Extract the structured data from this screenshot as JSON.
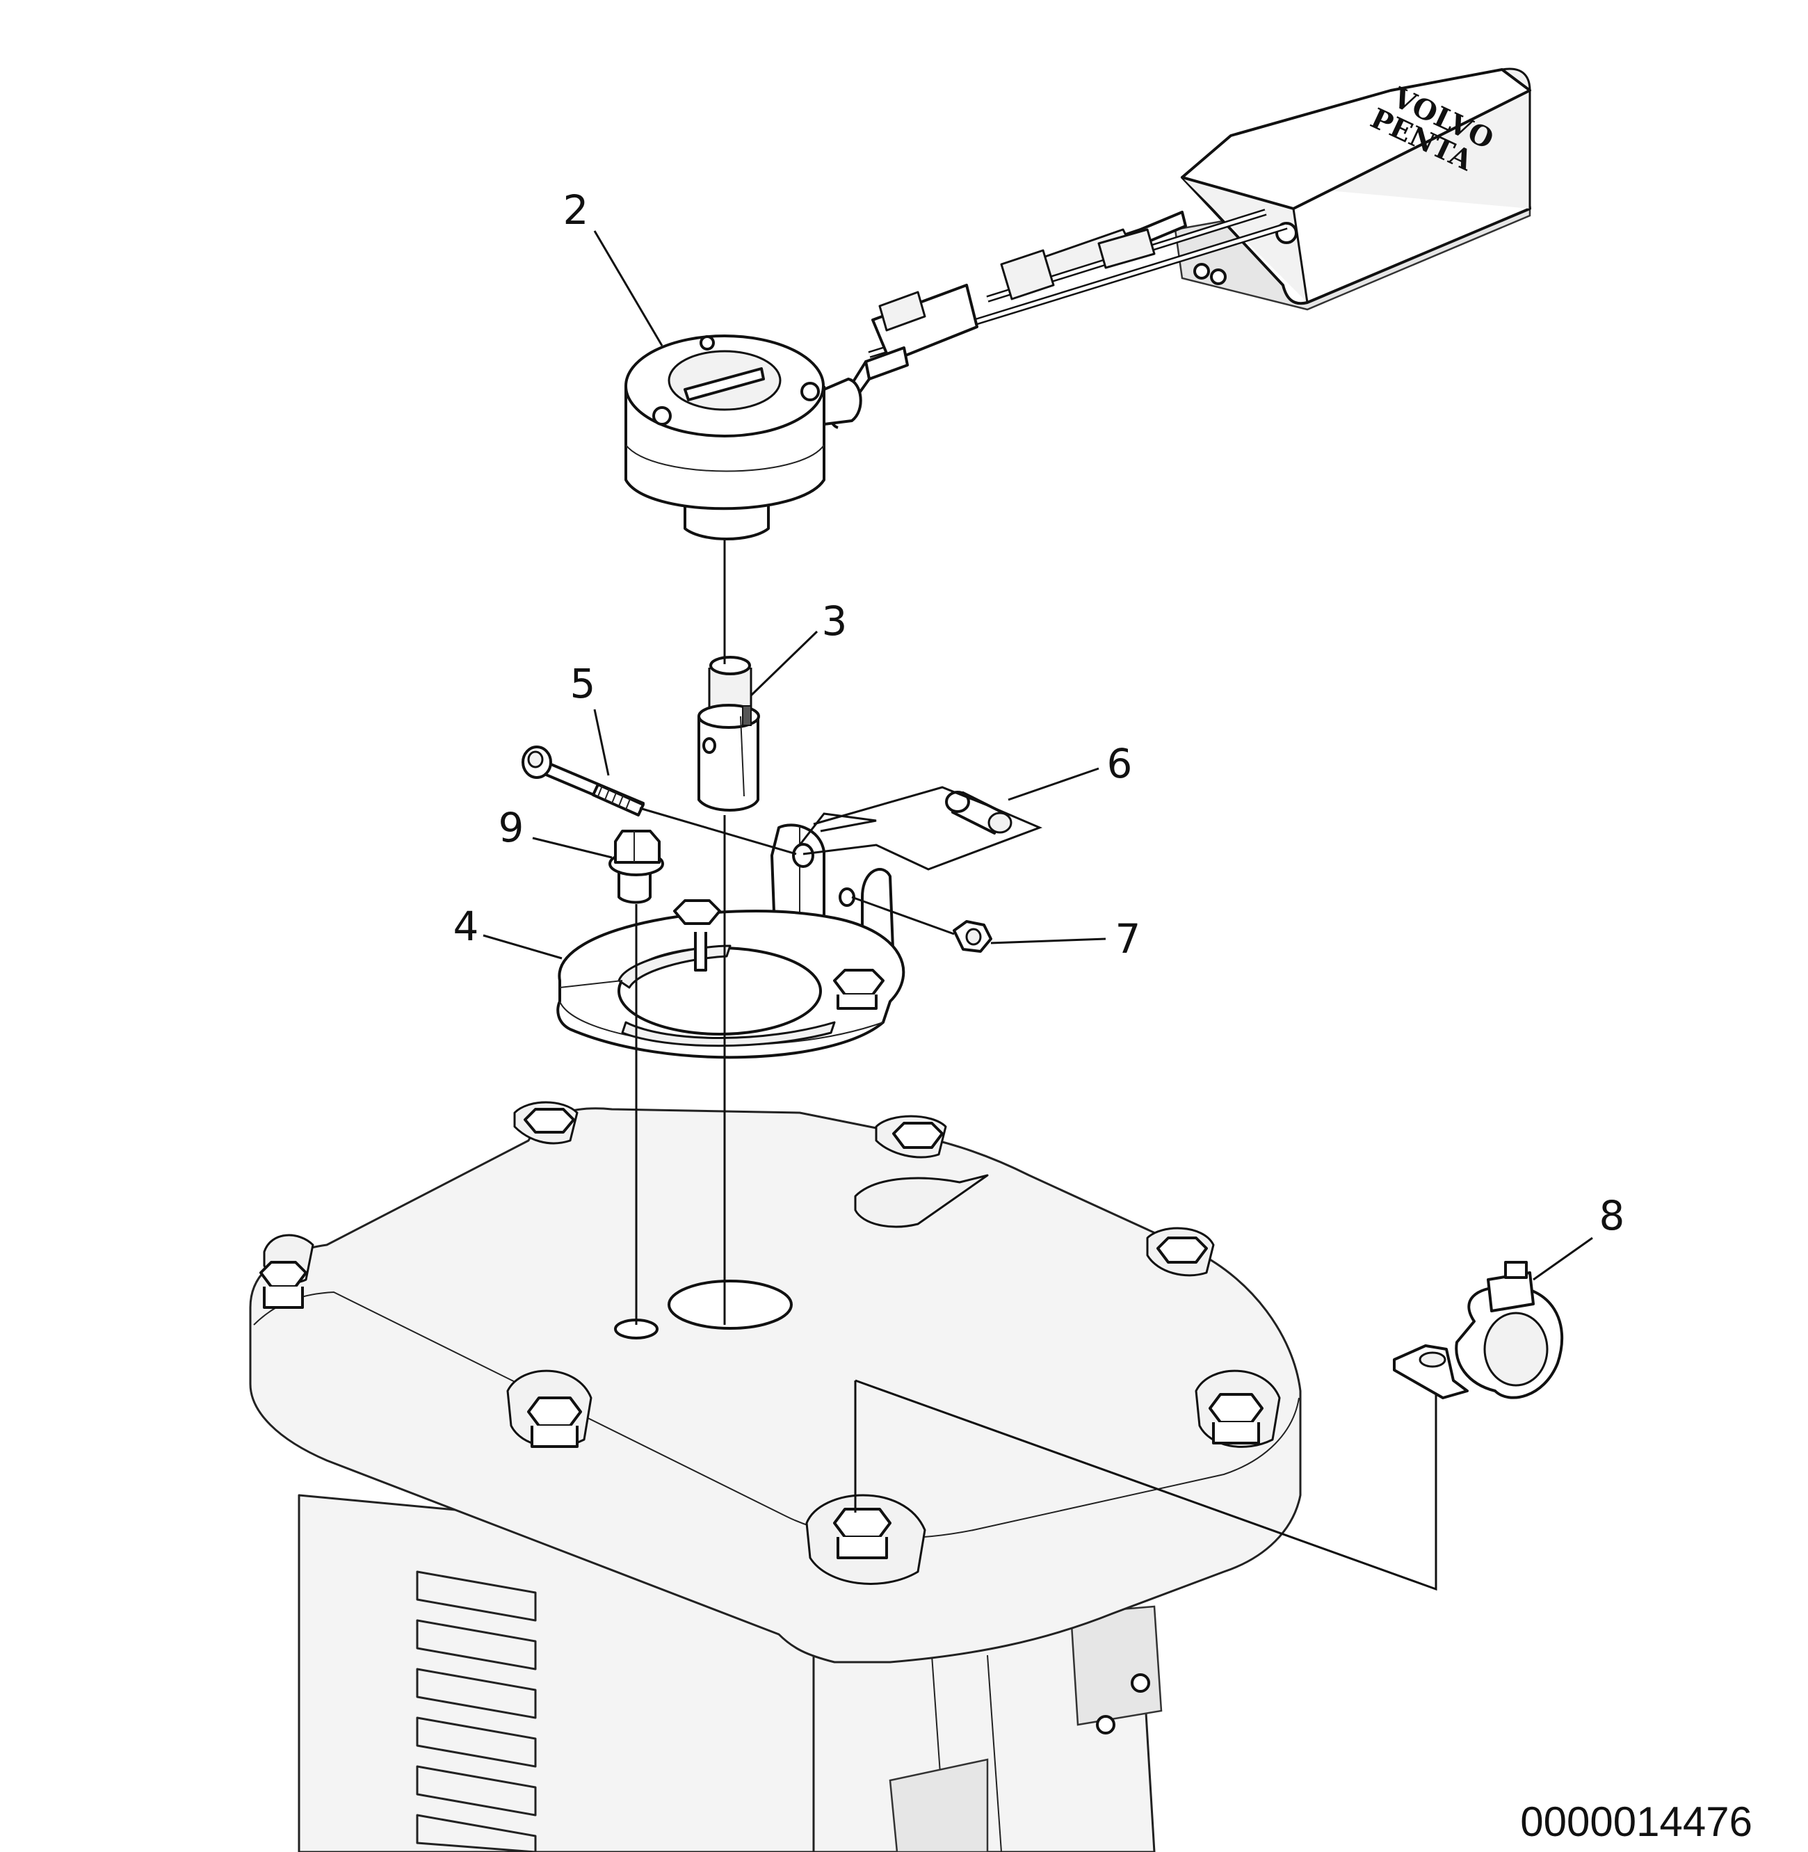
{
  "diagram": {
    "document_id": "0000014476",
    "logo_text": [
      "VOLVO",
      "PENTA"
    ],
    "callouts": [
      "2",
      "3",
      "4",
      "5",
      "6",
      "7",
      "8",
      "9"
    ]
  }
}
